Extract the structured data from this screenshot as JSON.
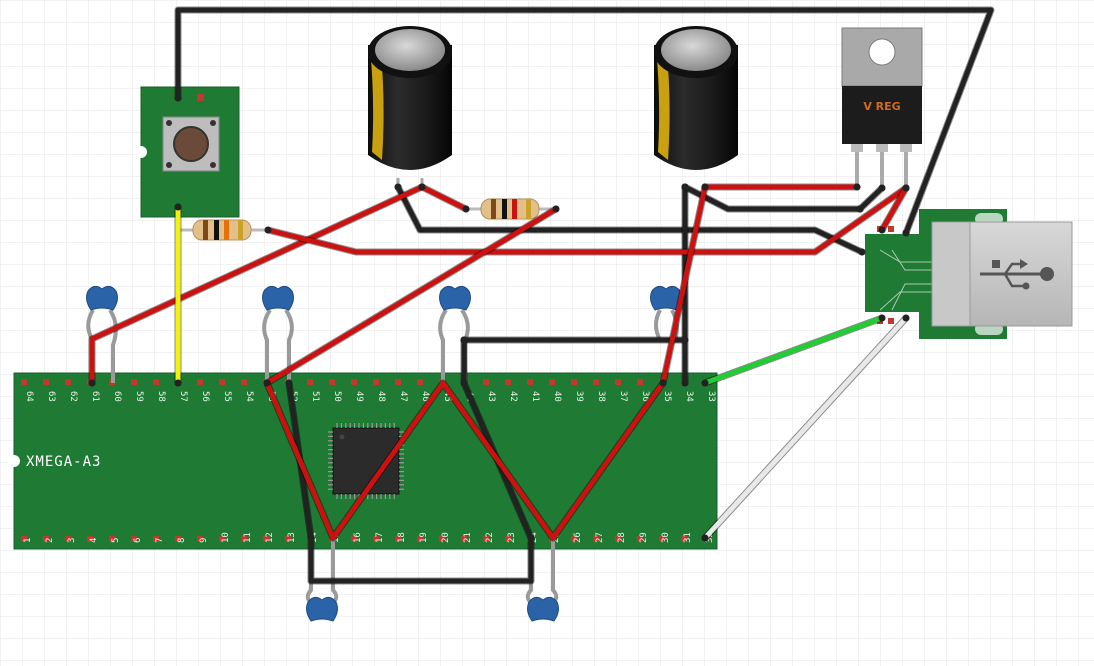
{
  "board": {
    "label": "XMEGA-A3"
  },
  "regulator": {
    "label": "V REG"
  },
  "pins_top": [
    "64",
    "63",
    "62",
    "61",
    "60",
    "59",
    "58",
    "57",
    "56",
    "55",
    "54",
    "53",
    "52",
    "51",
    "50",
    "49",
    "48",
    "47",
    "46",
    "45",
    "44",
    "43",
    "42",
    "41",
    "40",
    "39",
    "38",
    "37",
    "36",
    "35",
    "34",
    "33"
  ],
  "pins_bottom": [
    "1",
    "2",
    "3",
    "4",
    "5",
    "6",
    "7",
    "8",
    "9",
    "10",
    "11",
    "12",
    "13",
    "14",
    "15",
    "16",
    "17",
    "18",
    "19",
    "20",
    "21",
    "22",
    "23",
    "24",
    "25",
    "26",
    "27",
    "28",
    "29",
    "30",
    "31",
    "32"
  ],
  "colors": {
    "pcb": "#1f7a34",
    "wire_red": "#cc1111",
    "wire_black": "#222222",
    "wire_yellow": "#f2f20a",
    "wire_green": "#22cc33",
    "wire_white": "#e8e8e8",
    "cap_blue": "#2a63a8"
  },
  "icons": [
    "usb-icon",
    "pushbutton-icon",
    "chip-icon"
  ]
}
